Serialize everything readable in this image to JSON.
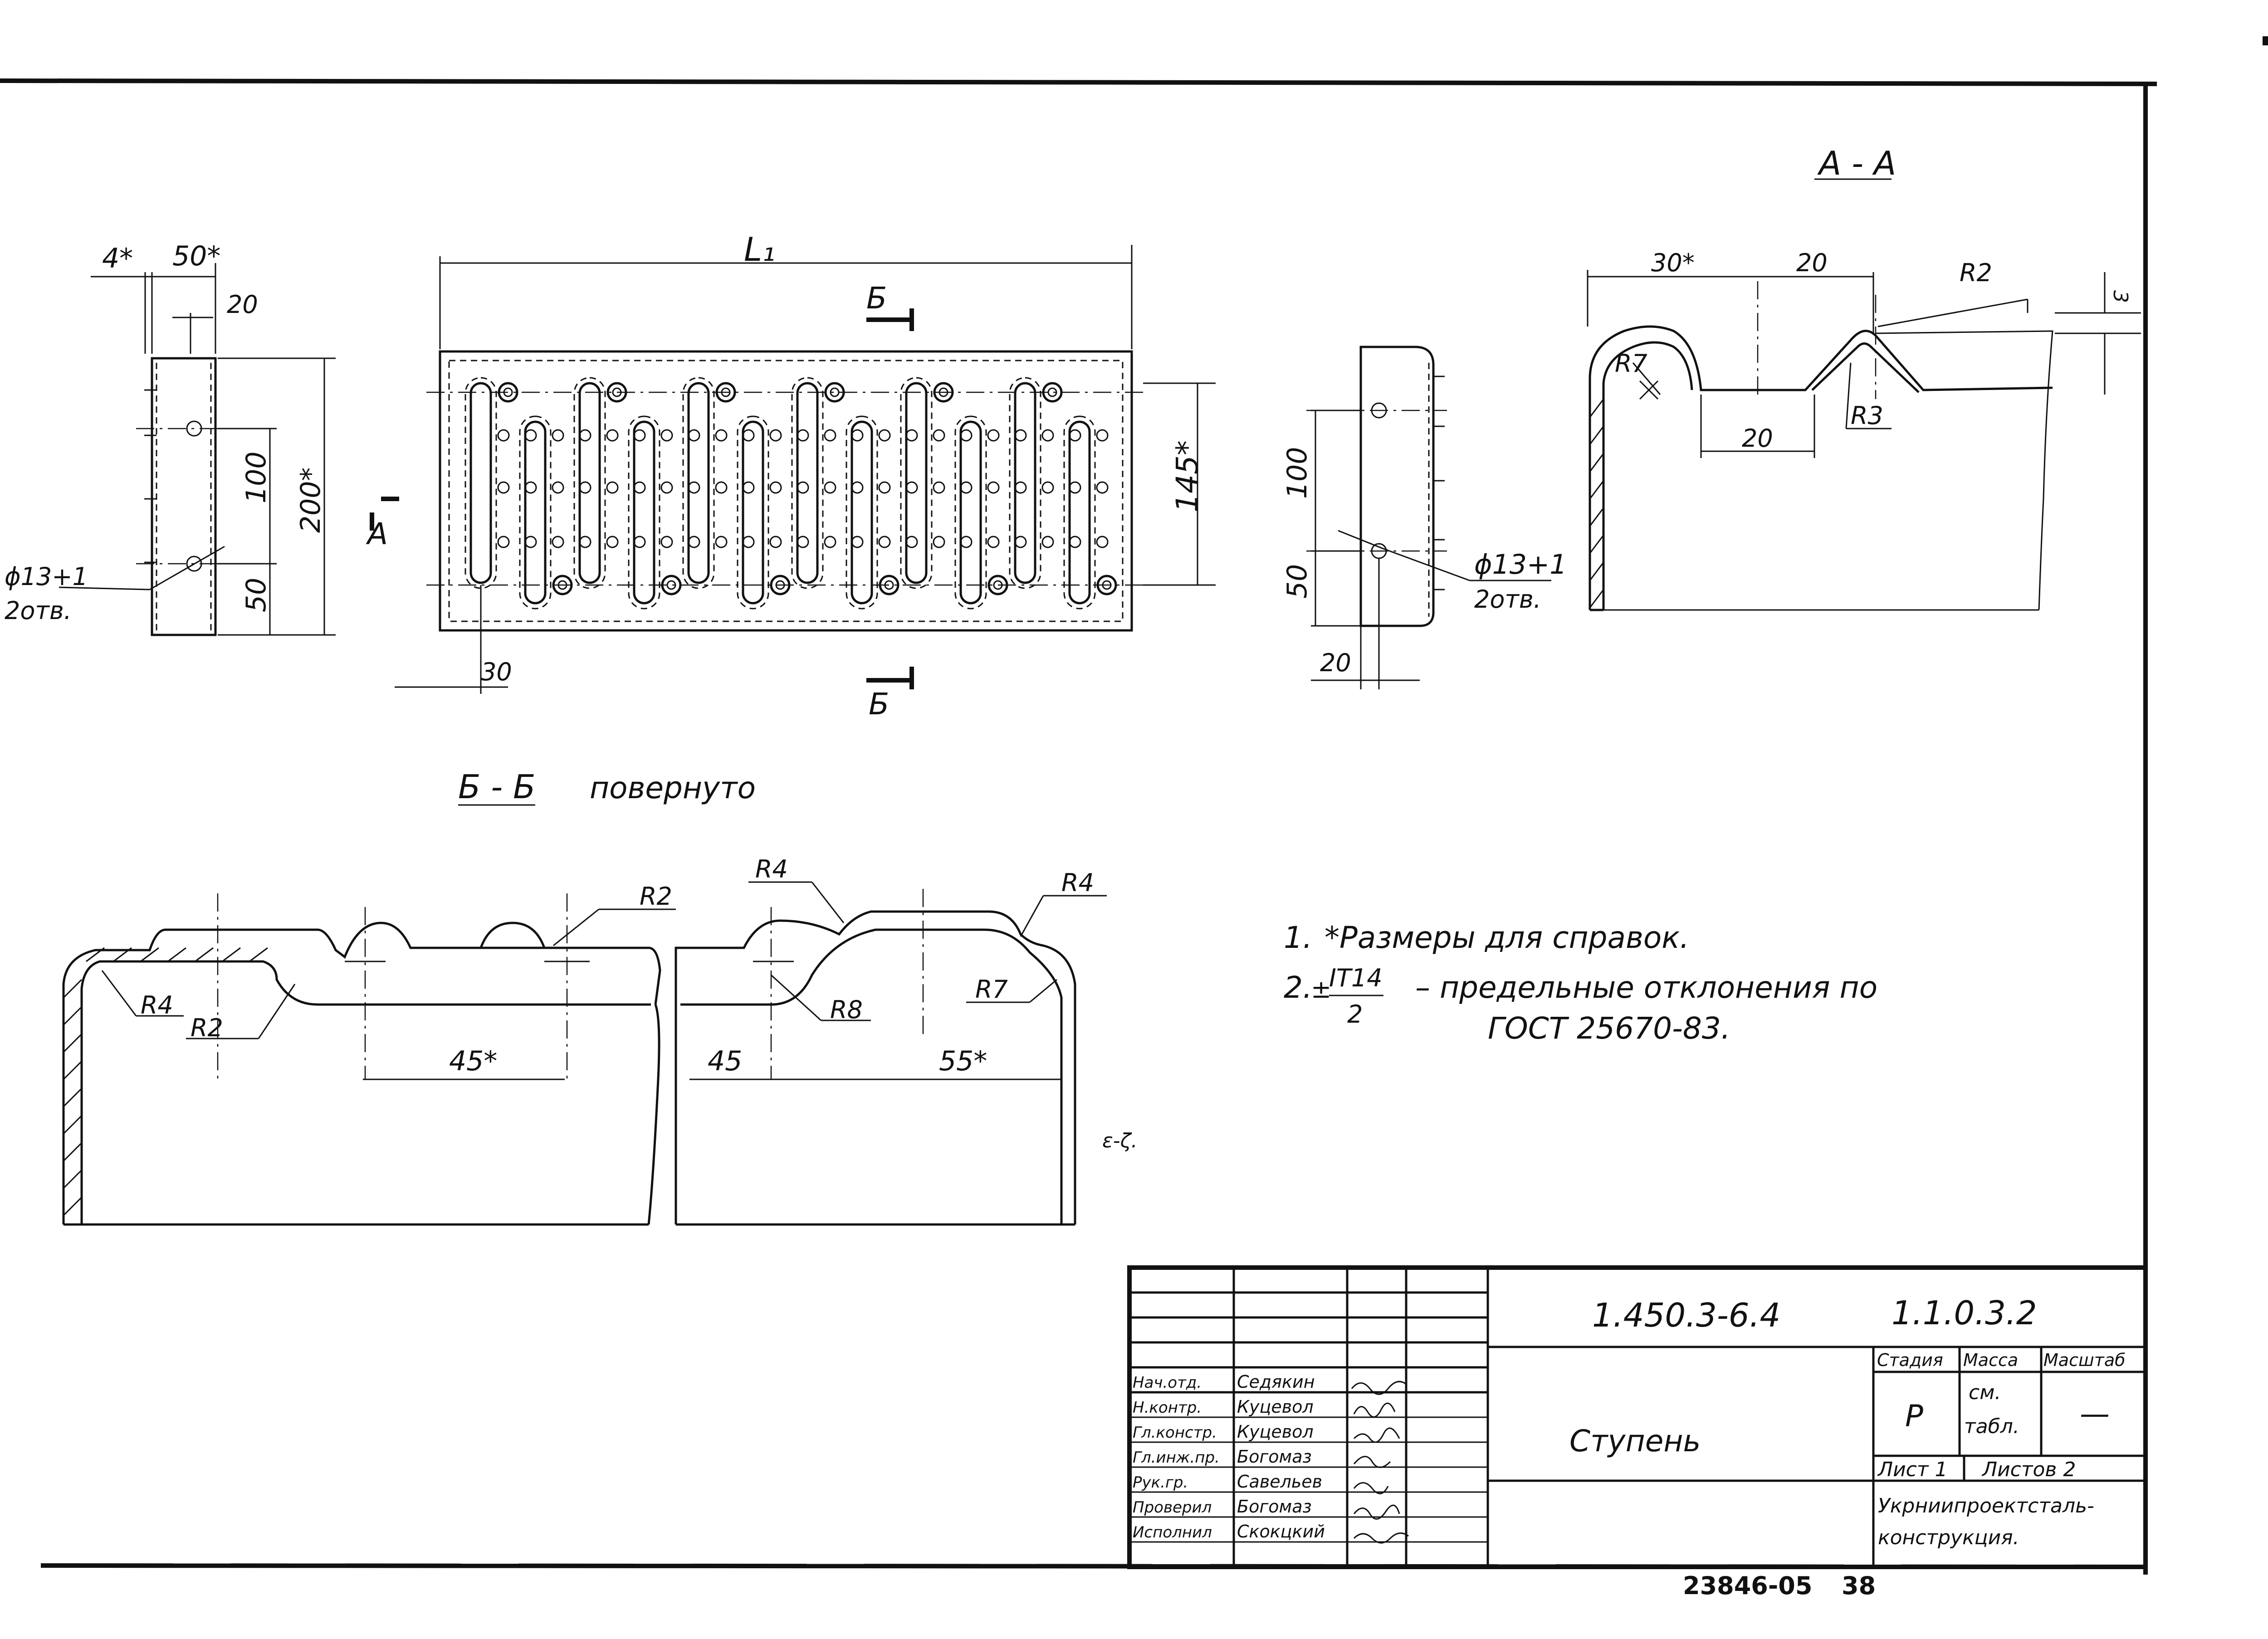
{
  "views": {
    "a_a": {
      "title": "A - A",
      "dims": [
        "30*",
        "20",
        "20",
        "3"
      ],
      "radii": [
        "R2",
        "R7",
        "R3"
      ]
    },
    "b_b": {
      "title": "Б - Б",
      "subtitle": "повернуто",
      "dims": [
        "45*",
        "45",
        "55*"
      ],
      "radii": [
        "R4",
        "R2",
        "R2",
        "R4",
        "R8",
        "R4",
        "R7"
      ]
    },
    "plan": {
      "length": "L₁",
      "height": "145*",
      "offset": "30",
      "section_b": "Б",
      "section_a": "А"
    },
    "left": {
      "top_dims": [
        "4*",
        "50*",
        "20"
      ],
      "dims": [
        "100",
        "50",
        "200*"
      ],
      "hole": "ϕ13+1",
      "hole_count": "2отв."
    },
    "right": {
      "dims": [
        "100",
        "50",
        "20"
      ],
      "hole": "ϕ13+1",
      "hole_count": "2отв."
    }
  },
  "notes": [
    {
      "num": "1.",
      "text": "*Размеры для справок."
    },
    {
      "num": "2.",
      "prefix": "±",
      "frac_top": "IT14",
      "frac_bot": "2",
      "text": "– предельные отклонения по",
      "text2": "ГОСТ 25670-83."
    }
  ],
  "stamp": {
    "doc_code": "1.450.3-6.4",
    "sheet_code": "1.1.0.3.2",
    "title": "Ступень",
    "stage_label": "Стадия",
    "mass_label": "Масса",
    "scale_label": "Масштаб",
    "stage": "Р",
    "mass": "см.\nтабл.",
    "mass_line1": "см.",
    "mass_line2": "табл.",
    "scale": "—",
    "sheet_label": "Лист 1",
    "sheets_label": "Листов 2",
    "org_line1": "Укрниипроектсталь-",
    "org_line2": "конструкция.",
    "roles": [
      {
        "role": "Нач.отд.",
        "name": "Седякин"
      },
      {
        "role": "Н.контр.",
        "name": "Куцевол"
      },
      {
        "role": "Гл.констр.",
        "name": "Куцевол"
      },
      {
        "role": "Гл.инж.пр.",
        "name": "Богомаз"
      },
      {
        "role": "Рук.гр.",
        "name": "Савельев"
      },
      {
        "role": "Проверил",
        "name": "Богомаз"
      },
      {
        "role": "Исполнил",
        "name": "Скокцкий"
      }
    ]
  },
  "footer_number": "23846-05",
  "footer_page": "38",
  "margin_mark": "ε-ζ."
}
